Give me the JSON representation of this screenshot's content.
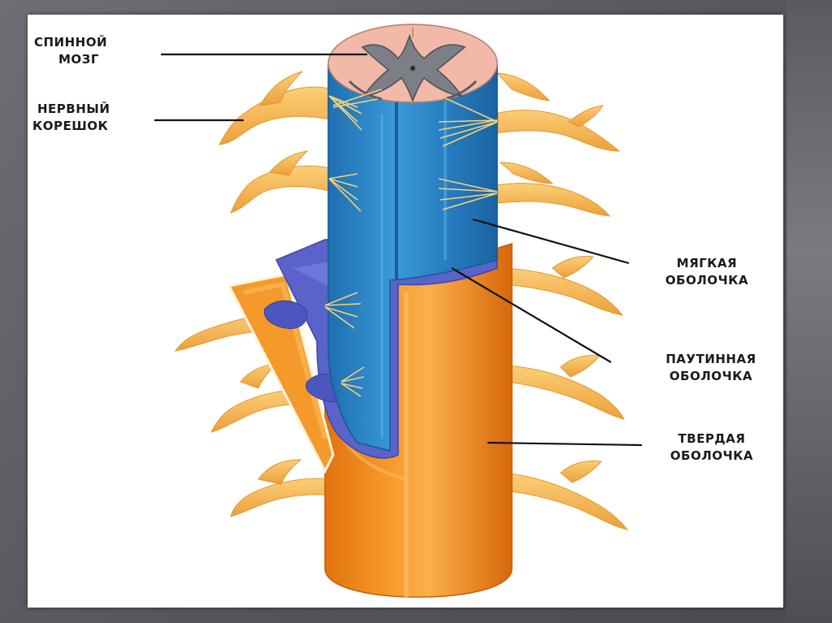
{
  "labels": {
    "spinal_cord": {
      "line1": "СПИННОЙ",
      "line2": "МОЗГ"
    },
    "nerve_root": {
      "line1": "НЕРВНЫЙ",
      "line2": "КОРЕШОК"
    },
    "pia_mater": {
      "line1": "МЯГКАЯ",
      "line2": "ОБОЛОЧКА"
    },
    "arachnoid": {
      "line1": "ПАУТИННАЯ",
      "line2": "ОБОЛОЧКА"
    },
    "dura_mater": {
      "line1": "ТВЕРДАЯ",
      "line2": "ОБОЛОЧКА"
    }
  },
  "colors": {
    "pia": "#2e86c8",
    "arachnoid": "#5a63c9",
    "dura": "#f08a1c",
    "nerve": "#f6b84a",
    "grey_matter": "#7d7f86",
    "white_matter": "#f2b8a8",
    "leader_line": "#111111"
  }
}
